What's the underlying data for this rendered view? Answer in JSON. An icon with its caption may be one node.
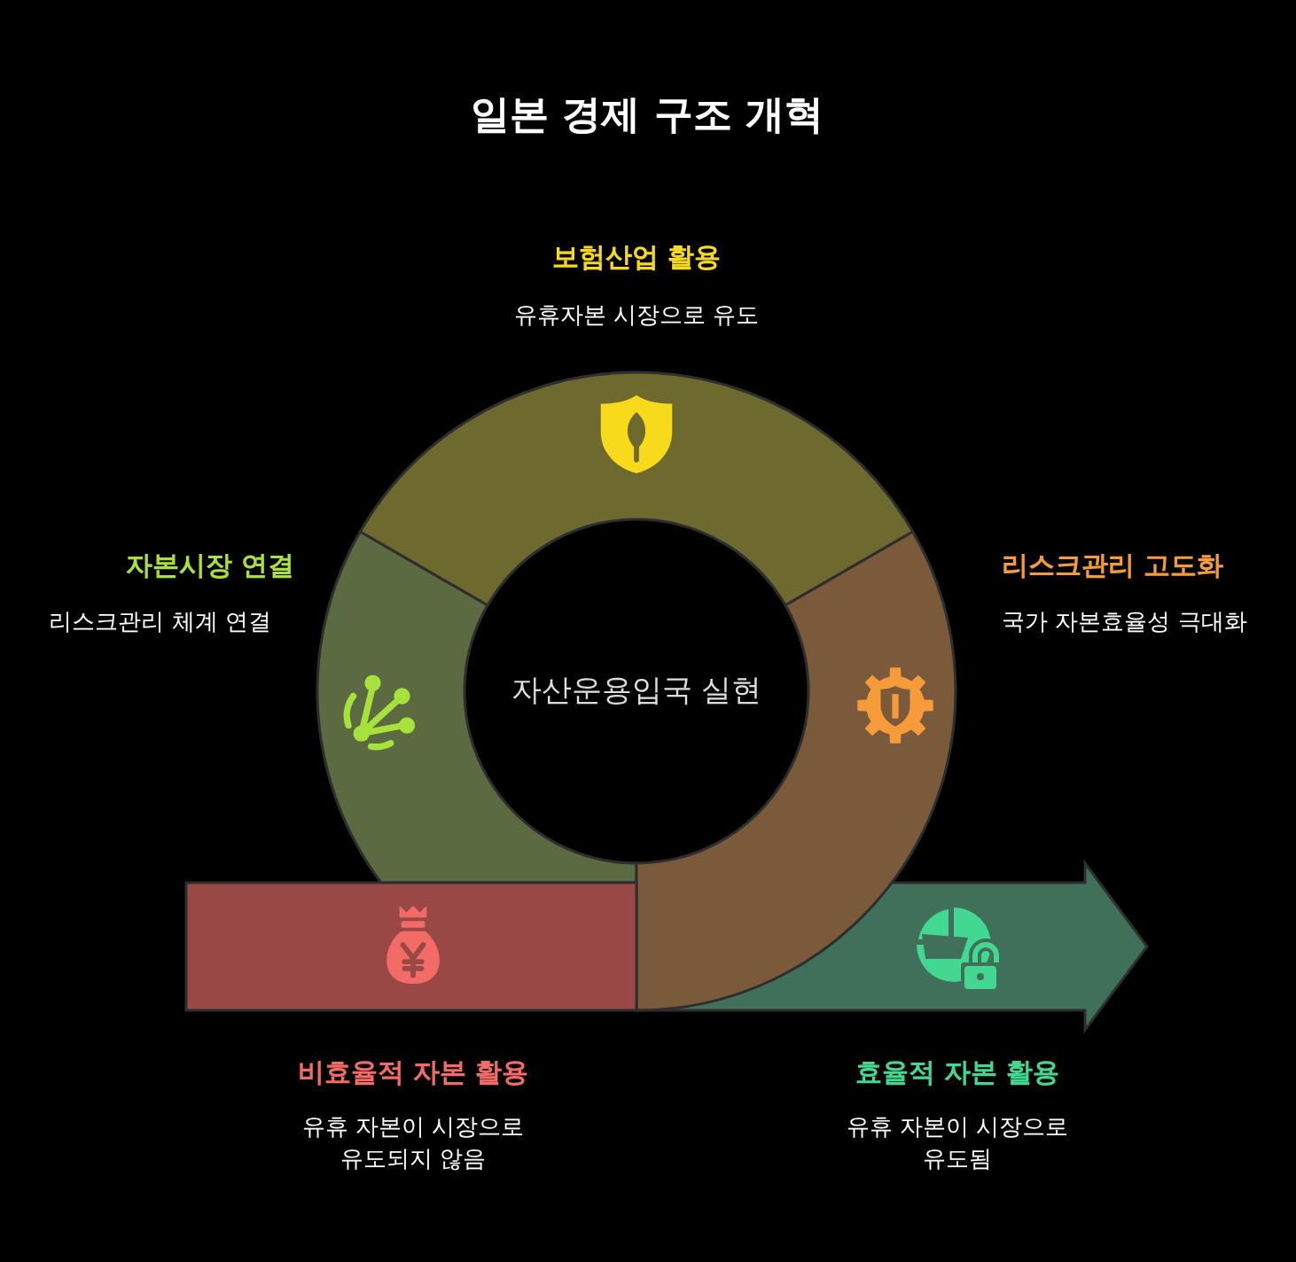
{
  "diagram": {
    "title": "일본 경제 구조 개혁",
    "nodes": [
      {
        "text": [
          "보험산업 활용",
          "유휴자본 시장으로 유도"
        ]
      },
      {
        "text": [
          "자본시장 연결",
          "리스크관리 체계 연결"
        ]
      },
      {
        "text": [
          "리스크관리 고도화",
          "국가 자본효율성 극대화"
        ]
      },
      {
        "text": [
          "비효율적 자본 활용",
          "유휴 자본이 시장으로 유도되지 않음"
        ]
      },
      {
        "text": [
          "효율적 자본 활용",
          "유휴 자본이 시장으로 유도됨"
        ]
      }
    ],
    "labels": [
      "자산운용입국 실현"
    ]
  }
}
